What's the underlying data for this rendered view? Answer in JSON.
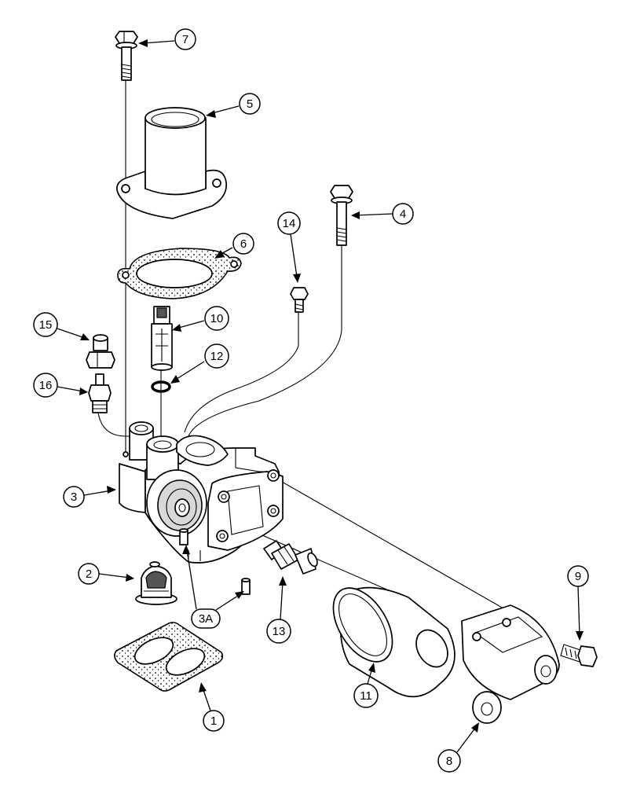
{
  "callouts": {
    "c1": "1",
    "c2": "2",
    "c3": "3",
    "c3a": "3A",
    "c4": "4",
    "c5": "5",
    "c6": "6",
    "c7": "7",
    "c8": "8",
    "c9": "9",
    "c10": "10",
    "c11": "11",
    "c12": "12",
    "c13": "13",
    "c14": "14",
    "c15": "15",
    "c16": "16"
  }
}
